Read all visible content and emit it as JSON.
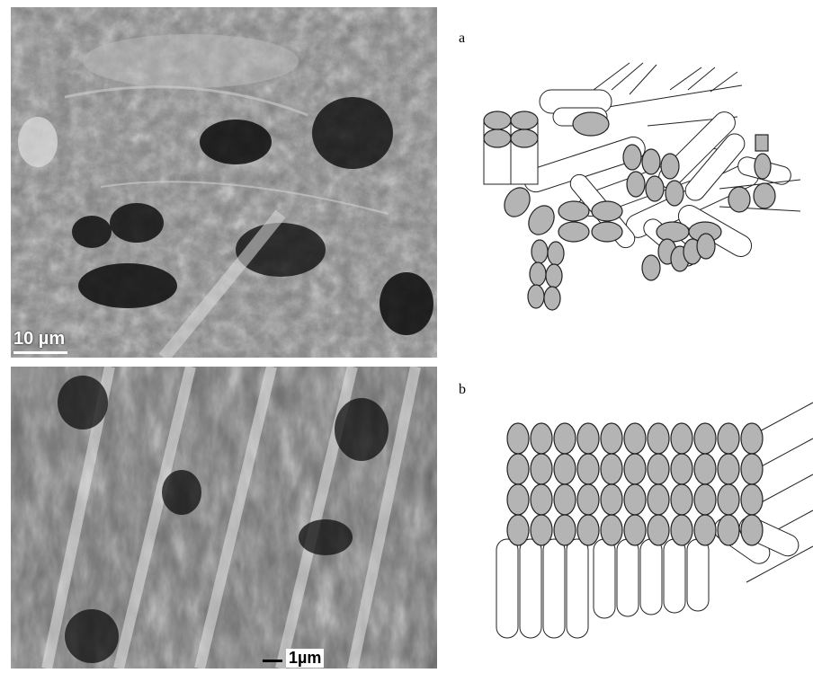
{
  "panels": {
    "a": {
      "label": "a",
      "scale_bar": "10 µm"
    },
    "b": {
      "label": "b",
      "scale_bar": "1µm"
    }
  },
  "colors": {
    "fibril_end": "#b4b4b4",
    "stroke": "#222222",
    "micrograph_bg": "#2a2a2a"
  }
}
